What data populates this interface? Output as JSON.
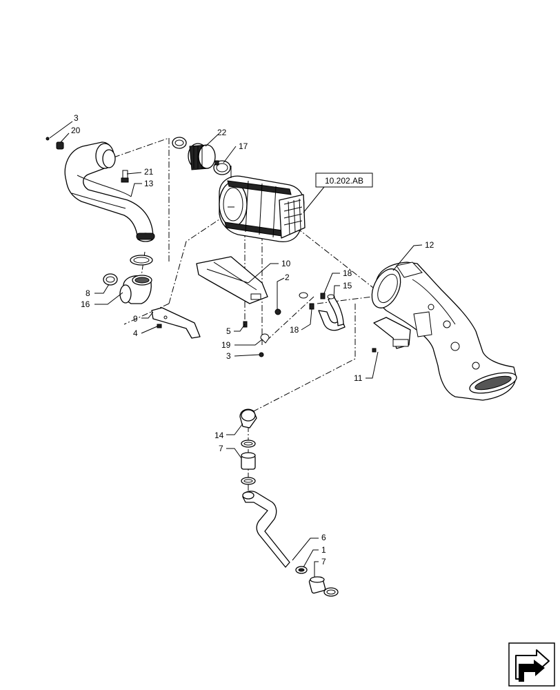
{
  "callouts": [
    {
      "id": "c3a",
      "text": "3"
    },
    {
      "id": "c20",
      "text": "20"
    },
    {
      "id": "c21",
      "text": "21"
    },
    {
      "id": "c13",
      "text": "13"
    },
    {
      "id": "c22",
      "text": "22"
    },
    {
      "id": "c17",
      "text": "17"
    },
    {
      "id": "c12",
      "text": "12"
    },
    {
      "id": "c10",
      "text": "10"
    },
    {
      "id": "c2",
      "text": "2"
    },
    {
      "id": "c18a",
      "text": "18"
    },
    {
      "id": "c15",
      "text": "15"
    },
    {
      "id": "c18b",
      "text": "18"
    },
    {
      "id": "c8",
      "text": "8"
    },
    {
      "id": "c16",
      "text": "16"
    },
    {
      "id": "c9",
      "text": "9"
    },
    {
      "id": "c4",
      "text": "4"
    },
    {
      "id": "c5",
      "text": "5"
    },
    {
      "id": "c19",
      "text": "19"
    },
    {
      "id": "c3b",
      "text": "3"
    },
    {
      "id": "c11",
      "text": "11"
    },
    {
      "id": "c14",
      "text": "14"
    },
    {
      "id": "c7a",
      "text": "7"
    },
    {
      "id": "c6",
      "text": "6"
    },
    {
      "id": "c1",
      "text": "1"
    },
    {
      "id": "c7b",
      "text": "7"
    }
  ],
  "reference_box": {
    "text": "10.202.AB"
  },
  "icons": {
    "nav": "next-page-arrow-icon"
  }
}
